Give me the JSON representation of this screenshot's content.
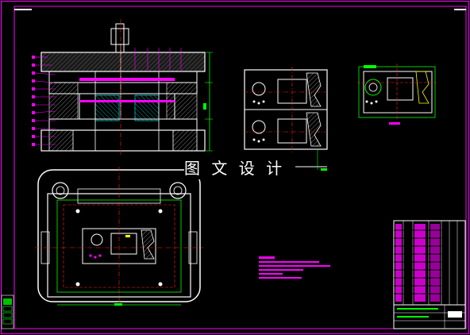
{
  "watermark": {
    "text": "图 文 设 计"
  },
  "colors": {
    "background": "#000000",
    "outline": "#ffffff",
    "frame": "#ff00ff",
    "dimension": "#00ff00",
    "centerline": "#ff2020",
    "hatch": "#00ffff",
    "note": "#ff00ff",
    "part": "#ffff00"
  },
  "views": [
    {
      "name": "front-section-view"
    },
    {
      "name": "side-section-view"
    },
    {
      "name": "part-detail-view"
    },
    {
      "name": "top-plan-view"
    },
    {
      "name": "technical-notes"
    },
    {
      "name": "bom-table"
    },
    {
      "name": "revision-block"
    }
  ]
}
